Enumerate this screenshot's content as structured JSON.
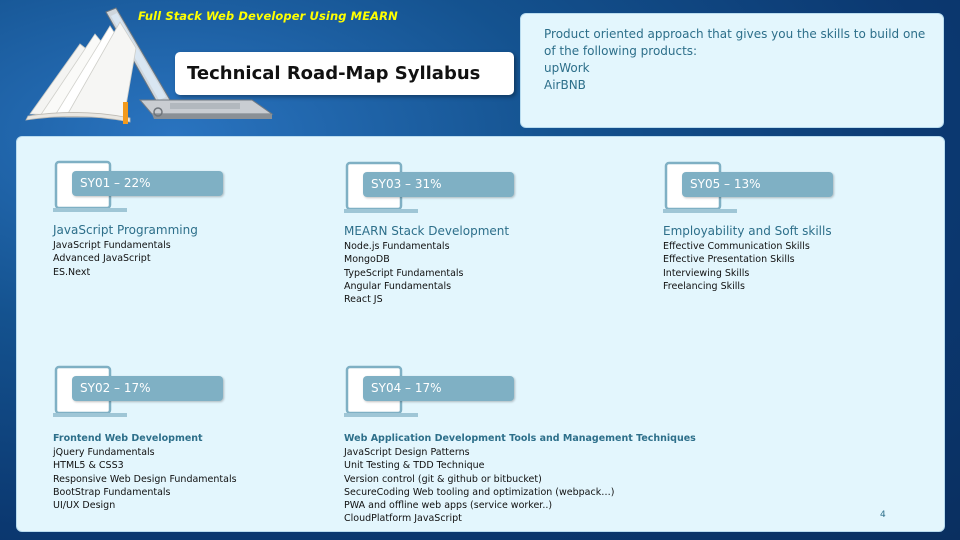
{
  "header": {
    "subtitle": "Full Stack Web Developer Using MEARN",
    "title": "Technical Road-Map Syllabus"
  },
  "intro": {
    "lines": [
      "Product oriented approach that gives you the skills to build one",
      "of the following  products:",
      "upWork",
      "AirBNB"
    ]
  },
  "modules": [
    {
      "code": "SY01 – 22%",
      "title": "JavaScript Programming",
      "items": [
        "JavaScript Fundamentals",
        "Advanced JavaScript",
        "ES.Next"
      ]
    },
    {
      "code": "SY03 – 31%",
      "title": "MEARN Stack Development",
      "items": [
        "Node.js Fundamentals",
        "MongoDB",
        "TypeScript Fundamentals",
        "Angular Fundamentals",
        "React JS"
      ]
    },
    {
      "code": "SY05 – 13%",
      "title": "Employability and Soft skills",
      "items": [
        "Effective Communication Skills",
        "Effective Presentation Skills",
        "Interviewing Skills",
        "Freelancing Skills"
      ]
    },
    {
      "code": "SY02 – 17%",
      "title": "Frontend Web Development",
      "items": [
        "jQuery Fundamentals",
        "HTML5  & CSS3",
        "Responsive Web Design Fundamentals",
        "BootStrap Fundamentals",
        "UI/UX Design"
      ]
    },
    {
      "code": "SY04 – 17%",
      "title": "Web Application Development Tools and  Management Techniques",
      "items": [
        "JavaScript Design Patterns",
        "Unit Testing & TDD Technique",
        "Version control (git & github or bitbucket)",
        "SecureCoding Web tooling and optimization (webpack…)",
        "PWA and offline web apps (service worker..)",
        "CloudPlatform JavaScript"
      ]
    }
  ],
  "page_number": "4"
}
